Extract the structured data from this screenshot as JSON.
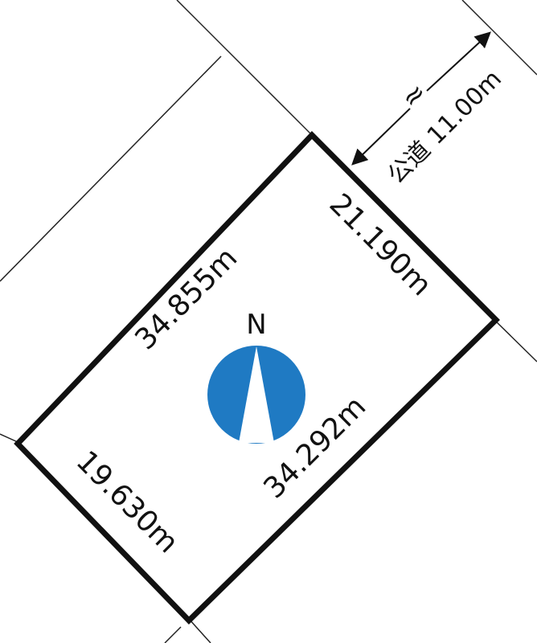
{
  "plot": {
    "dimensions": {
      "west": "34.855m",
      "east": "34.292m",
      "north_east": "21.190m",
      "south_west": "19.630m"
    },
    "road": {
      "label": "公道 11.00m",
      "break_symbol": "≈"
    },
    "compass": {
      "label": "N",
      "color": "#1f7ac3"
    }
  },
  "colors": {
    "boundary": "#111111",
    "neighbor_lines": "#222222",
    "background": "#ffffff"
  }
}
